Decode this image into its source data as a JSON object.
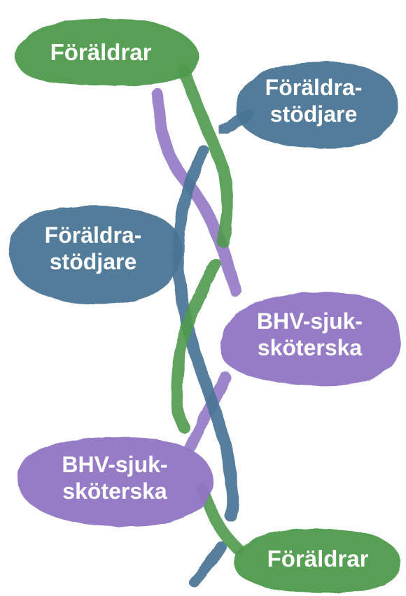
{
  "colors": {
    "green": "#4f9a4e",
    "blue": "#4a7595",
    "purple": "#9075c4",
    "label_text": "#ffffff"
  },
  "nodes": [
    {
      "id": "foraldrar-top",
      "color": "green",
      "lines": [
        "Föräldrar"
      ]
    },
    {
      "id": "stodjare-right",
      "color": "blue",
      "lines": [
        "Föräldra-",
        "stödjare"
      ]
    },
    {
      "id": "stodjare-left",
      "color": "blue",
      "lines": [
        "Föräldra-",
        "stödjare"
      ]
    },
    {
      "id": "bhv-right",
      "color": "purple",
      "lines": [
        "BHV-sjuk-",
        "sköterska"
      ]
    },
    {
      "id": "bhv-left",
      "color": "purple",
      "lines": [
        "BHV-sjuk-",
        "sköterska"
      ]
    },
    {
      "id": "foraldrar-bottom",
      "color": "green",
      "lines": [
        "Föräldrar"
      ]
    }
  ]
}
